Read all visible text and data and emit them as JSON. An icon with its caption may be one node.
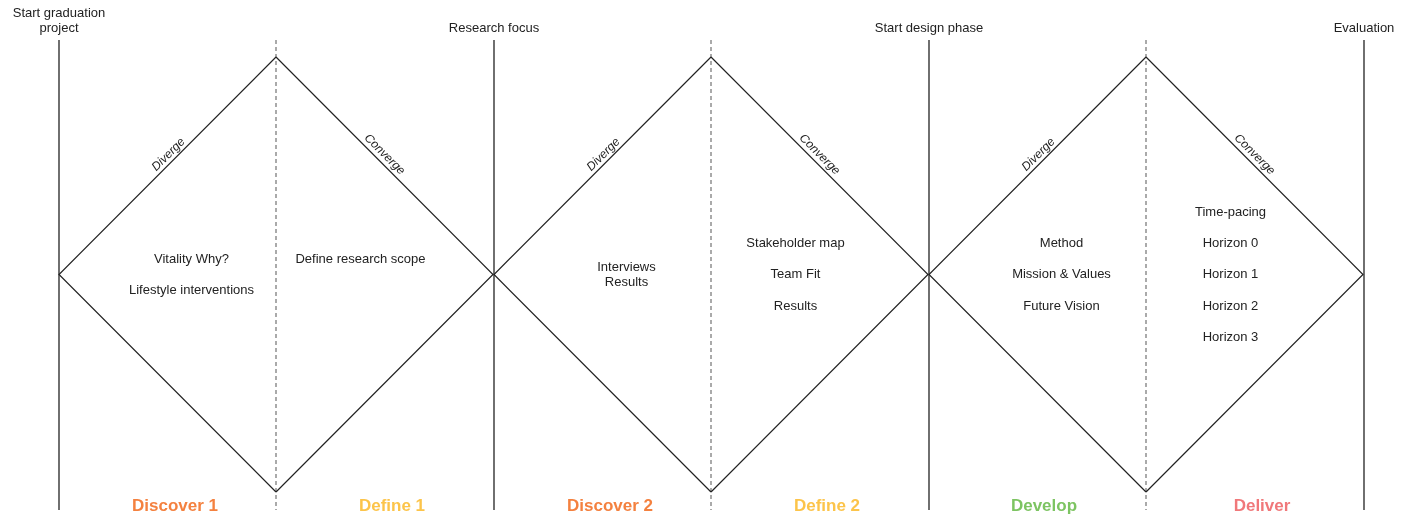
{
  "diagram": {
    "nodes": [
      {
        "text": [
          "Diverge",
          "Vitality Why?",
          "Lifestyle interventions"
        ],
        "beside": [
          "Discover 1"
        ]
      },
      {
        "text": [
          "Converge",
          "Define research scope"
        ],
        "beside": [
          "Define 1"
        ]
      },
      {
        "text": [
          "Diverge",
          "Interviews Results"
        ],
        "beside": [
          "Discover 2"
        ]
      },
      {
        "text": [
          "Converge",
          "Stakeholder map",
          "Team Fit",
          "Results"
        ],
        "beside": [
          "Define 2"
        ]
      },
      {
        "text": [
          "Diverge",
          "Method",
          "Mission & Values",
          "Future Vision"
        ],
        "beside": [
          "Develop"
        ]
      },
      {
        "text": [
          "Converge",
          "Time-pacing",
          "Horizon 0",
          "Horizon 1",
          "Horizon 2",
          "Horizon 3"
        ],
        "beside": [
          "Deliver"
        ]
      }
    ],
    "labels": [
      "Start graduation project",
      "Research focus",
      "Start design phase",
      "Evaluation"
    ]
  }
}
